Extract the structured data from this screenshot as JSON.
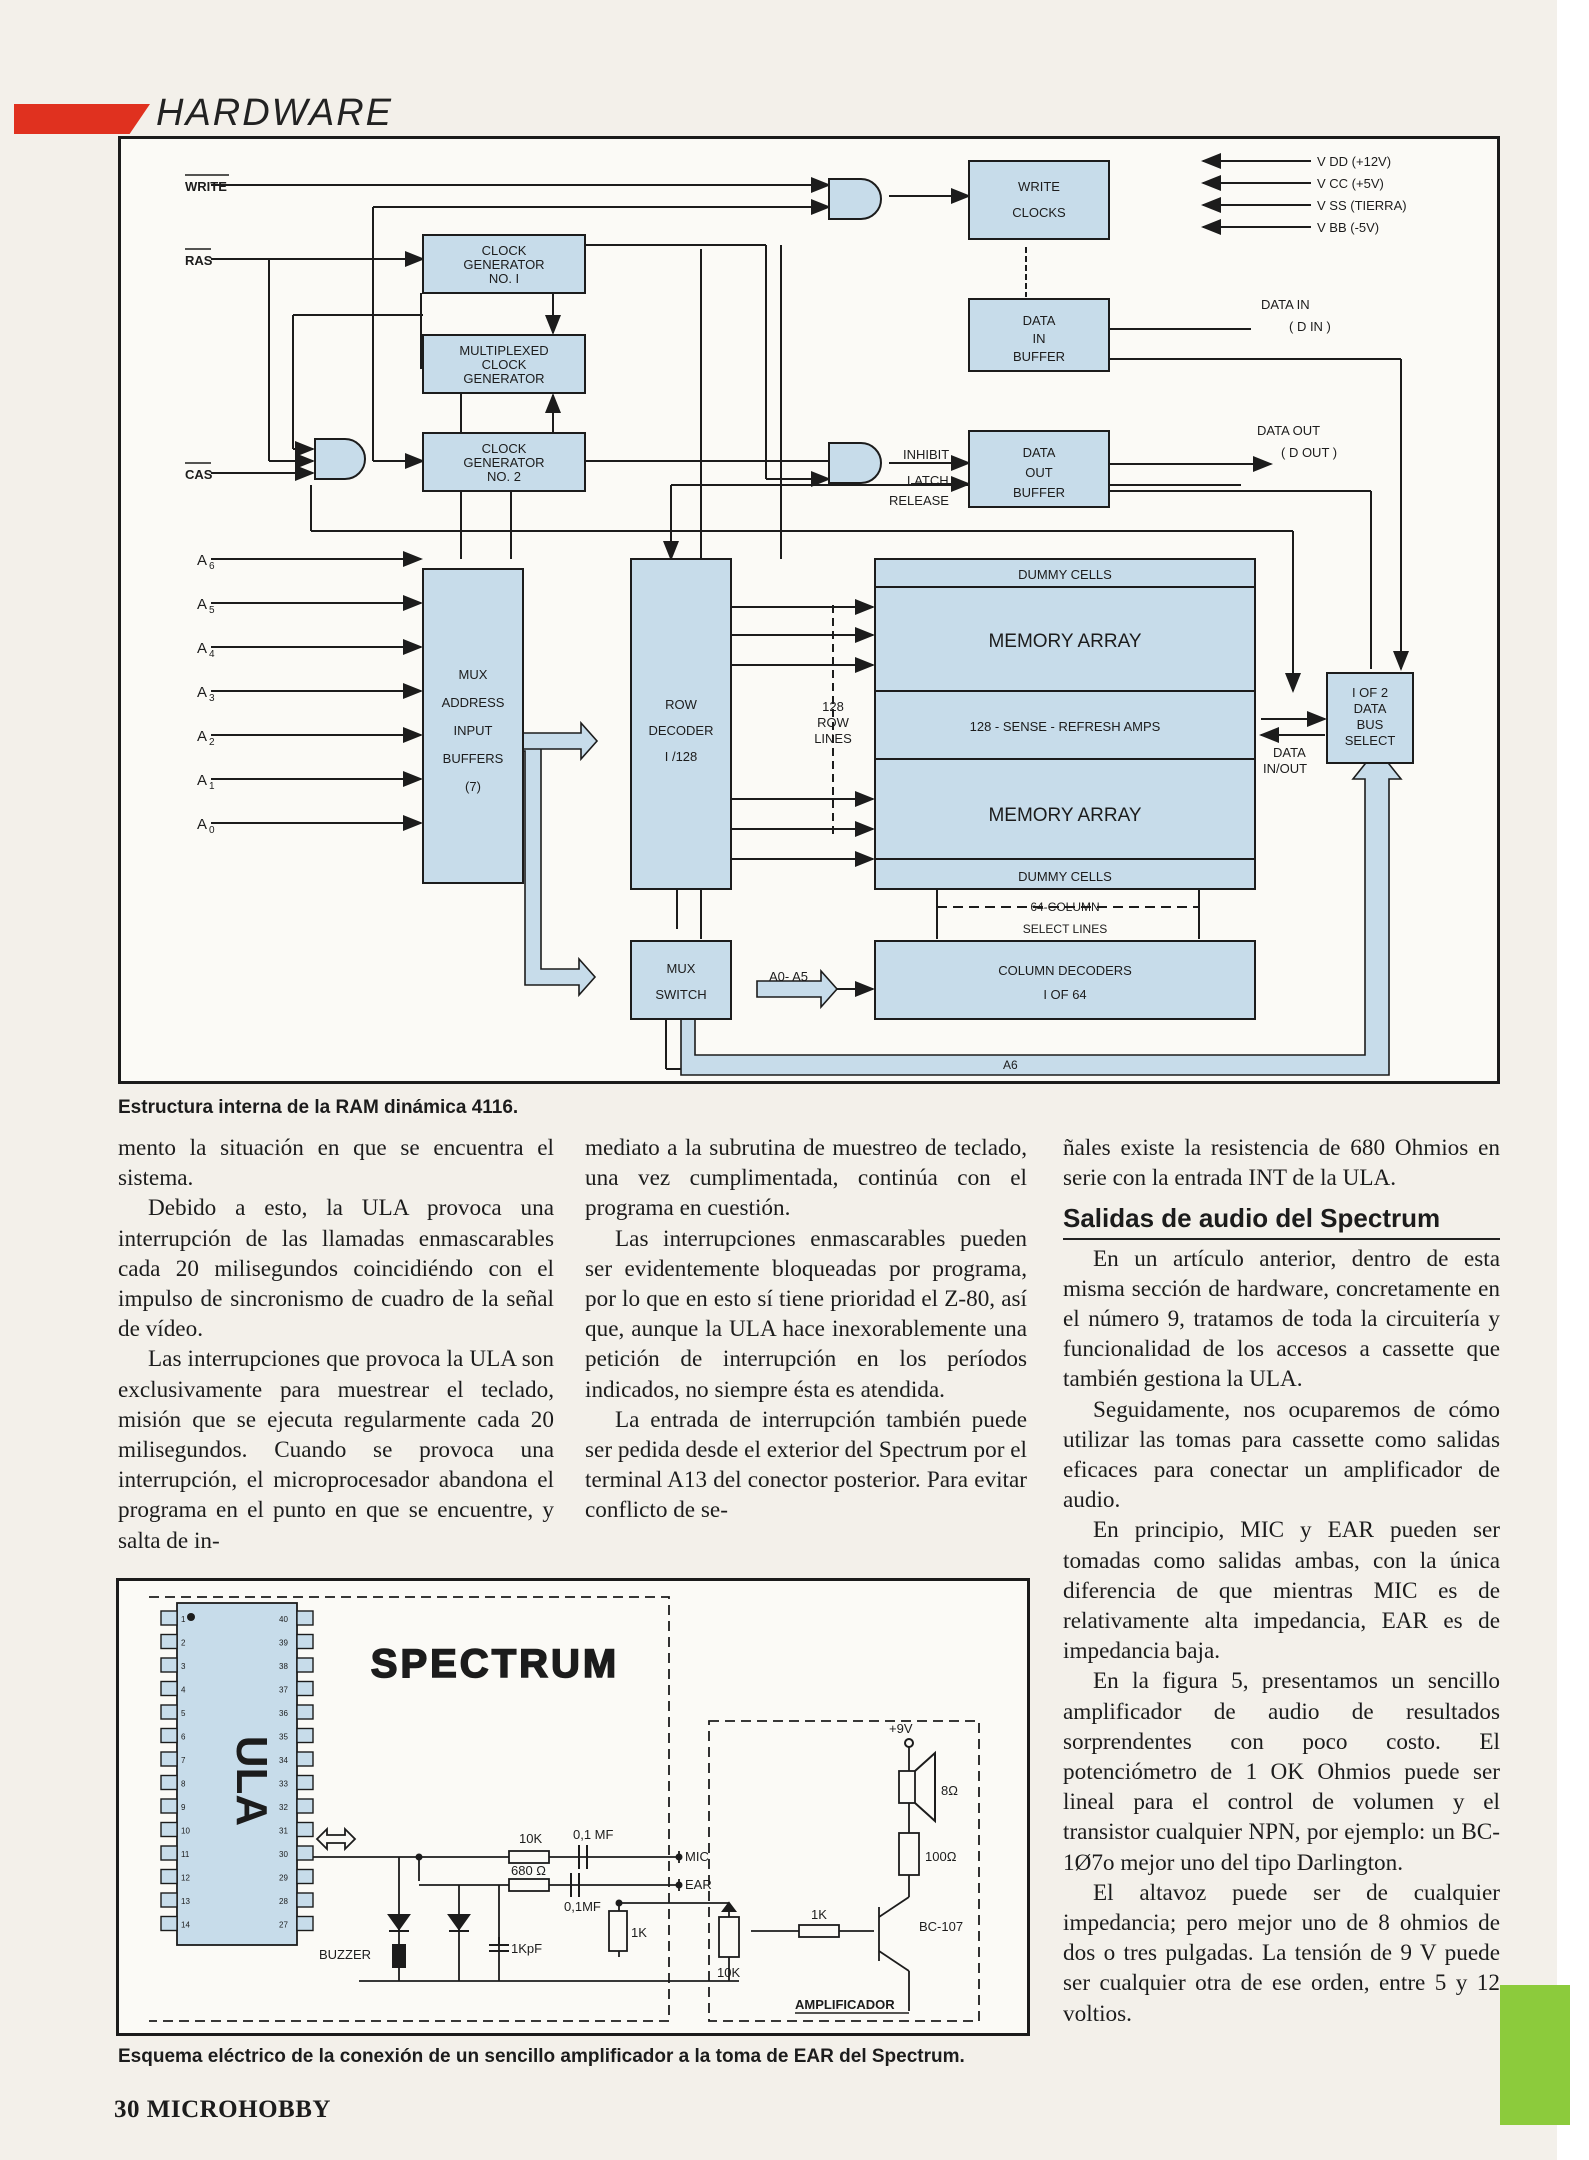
{
  "header": {
    "section": "HARDWARE"
  },
  "figure1": {
    "caption": "Estructura interna de la RAM dinámica 4116.",
    "signals": {
      "write": "WRITE",
      "ras": "RAS",
      "cas": "CAS",
      "a6": "A",
      "a5": "A",
      "a4": "A",
      "a3": "A",
      "a2": "A",
      "a1": "A",
      "a0": "A"
    },
    "address_subscripts": [
      "6",
      "5",
      "4",
      "3",
      "2",
      "1",
      "0"
    ],
    "power": [
      "V DD (+12V)",
      "V CC (+5V)",
      "V SS (TIERRA)",
      "V BB (-5V)"
    ],
    "blocks": {
      "clock_gen1": [
        "CLOCK",
        "GENERATOR",
        "NO. I"
      ],
      "mux_clock": [
        "MULTIPLEXED",
        "CLOCK",
        "GENERATOR"
      ],
      "clock_gen2": [
        "CLOCK",
        "GENERATOR",
        "NO. 2"
      ],
      "write_clocks": [
        "WRITE",
        "CLOCKS"
      ],
      "data_in_buffer": [
        "DATA",
        "IN",
        "BUFFER"
      ],
      "data_out_buffer": [
        "DATA",
        "OUT",
        "BUFFER"
      ],
      "mux_address": [
        "MUX",
        "ADDRESS",
        "INPUT",
        "BUFFERS",
        "(7)"
      ],
      "row_decoder": [
        "ROW",
        "DECODER",
        "I /128"
      ],
      "row_lines": [
        "128",
        "ROW",
        "LINES"
      ],
      "dummy_top": "DUMMY CELLS",
      "memory_top": "MEMORY ARRAY",
      "sense_amps": "128 - SENSE - REFRESH AMPS",
      "memory_bottom": "MEMORY ARRAY",
      "dummy_bottom": "DUMMY CELLS",
      "column_select": [
        "64-COLUMN",
        "SELECT LINES"
      ],
      "column_decoders": [
        "COLUMN DECODERS",
        "I OF 64"
      ],
      "mux_switch": [
        "MUX",
        "SWITCH"
      ],
      "bus_select": [
        "I OF 2",
        "DATA",
        "BUS",
        "SELECT"
      ]
    },
    "labels": {
      "inhibit": "INHIBIT",
      "latch": "LATCH",
      "release": "RELEASE",
      "data_in": "DATA IN",
      "d_in": "( D IN )",
      "data_out": "DATA OUT",
      "d_out": "( D OUT )",
      "data_inout": [
        "DATA",
        "IN/OUT"
      ],
      "a0_a5": "A0- A5",
      "a6_bottom": "A6"
    }
  },
  "figure2": {
    "caption": "Esquema eléctrico de la conexión de un sencillo amplificador a la toma de EAR del Spectrum.",
    "title": "SPECTRUM",
    "chip": "ULA",
    "pins_left": [
      "1",
      "2",
      "3",
      "4",
      "5",
      "6",
      "7",
      "8",
      "9",
      "10",
      "11",
      "12",
      "13",
      "14"
    ],
    "pins_right": [
      "40",
      "39",
      "38",
      "37",
      "36",
      "35",
      "34",
      "33",
      "32",
      "31",
      "30",
      "29",
      "28",
      "27"
    ],
    "components": {
      "r10k": "10K",
      "c01": "0,1 MF",
      "r680": "680 Ω",
      "c01b": "0,1MF",
      "mic": "MIC",
      "ear": "EAR",
      "buzzer": "BUZZER",
      "c1kpf": "1KpF",
      "r1k_a": "1K",
      "pot": "10K",
      "r1k_b": "1K",
      "transistor": "BC-107",
      "r100": "100Ω",
      "speaker": "8Ω",
      "supply": "+9V",
      "amp": "AMPLIFICADOR"
    }
  },
  "text": {
    "col1": [
      "mento la situación en que se encuentra el sistema.",
      "Debido a esto, la ULA provoca una interrupción de las llamadas enmascarables cada 20 milisegundos coincidiéndo con el impulso de sincronismo de cuadro de la señal de vídeo.",
      "Las interrupciones que provoca la ULA son exclusivamente para muestrear el teclado, misión que se ejecuta regularmente cada 20 milisegundos. Cuando se provoca una interrupción, el microprocesador abandona el programa en el punto en que se encuentre, y salta de in-"
    ],
    "col2": [
      "mediato a la subrutina de muestreo de teclado, una vez cumplimentada, continúa con el programa en cuestión.",
      "Las interrupciones enmascarables pueden ser evidentemente bloqueadas por programa, por lo que en esto sí tiene prioridad el Z-80, así que, aunque la ULA hace inexorablemente una petición de interrupción en los períodos indicados, no siempre ésta es atendida.",
      "La entrada de interrupción también puede ser pedida desde el exterior del Spectrum por el terminal A13 del conector posterior. Para evitar conflicto de se-"
    ],
    "col3_intro": "ñales existe la resistencia de 680 Ohmios en serie con la entrada INT de la ULA.",
    "col3_heading": "Salidas de audio del Spectrum",
    "col3": [
      "En un artículo anterior, dentro de esta misma sección de hardware, concretamente en el número 9, tratamos de toda la circuitería y funcionalidad de los accesos a cassette que también gestiona la ULA.",
      "Seguidamente, nos ocuparemos de cómo utilizar las tomas para cassette como salidas eficaces para conectar un amplificador de audio.",
      "En principio, MIC y EAR pueden ser tomadas como salidas ambas, con la única diferencia de que mientras MIC es de relativamente alta impedancia, EAR es de impedancia baja.",
      "En la figura 5, presentamos un sencillo amplificador de audio de resultados sorprendentes con poco costo. El potenciómetro de 1 OK Ohmios puede ser lineal para el control de volumen y el transistor cualquier NPN, por ejemplo: un BC-1Ø7o mejor uno del tipo Darlington.",
      "El altavoz puede ser de cualquier impedancia; pero mejor uno de 8 ohmios de dos o tres pulgadas. La tensión de 9 V puede ser cualquier otra de ese orden, entre 5 y 12 voltios."
    ]
  },
  "footer": {
    "page": "30",
    "magazine": "MICROHOBBY"
  },
  "colors": {
    "accent_red": "#e0311f",
    "block_blue": "#c7dcea",
    "tab_green": "#8ccb3c"
  }
}
